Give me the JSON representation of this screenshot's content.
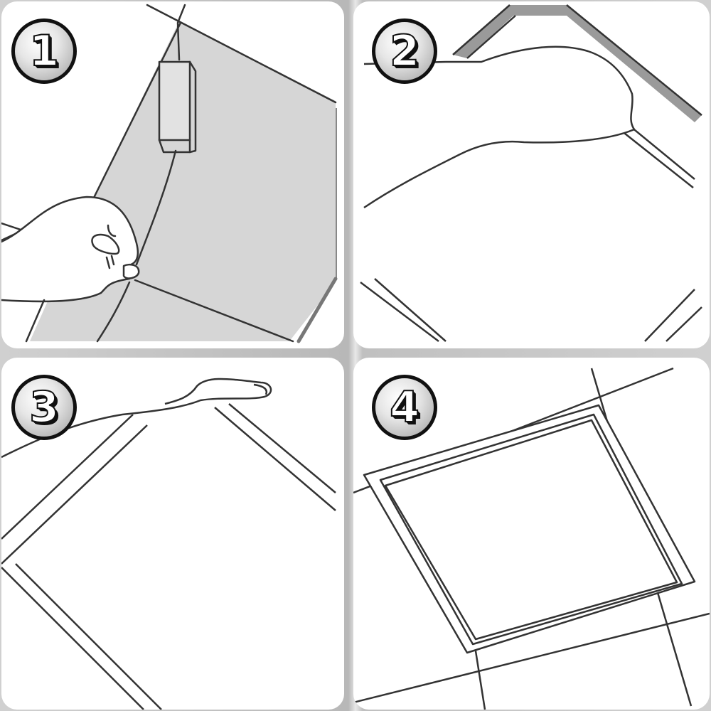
{
  "steps": [
    {
      "number": "1",
      "label": "1"
    },
    {
      "number": "2",
      "label": "2"
    },
    {
      "number": "3",
      "label": "3"
    },
    {
      "number": "4",
      "label": "4"
    }
  ],
  "colors": {
    "background": "#c9c9c9",
    "panel": "#ffffff",
    "line": "#333333",
    "shade": "#d6d6d6",
    "frame": "#8a8a8a"
  }
}
